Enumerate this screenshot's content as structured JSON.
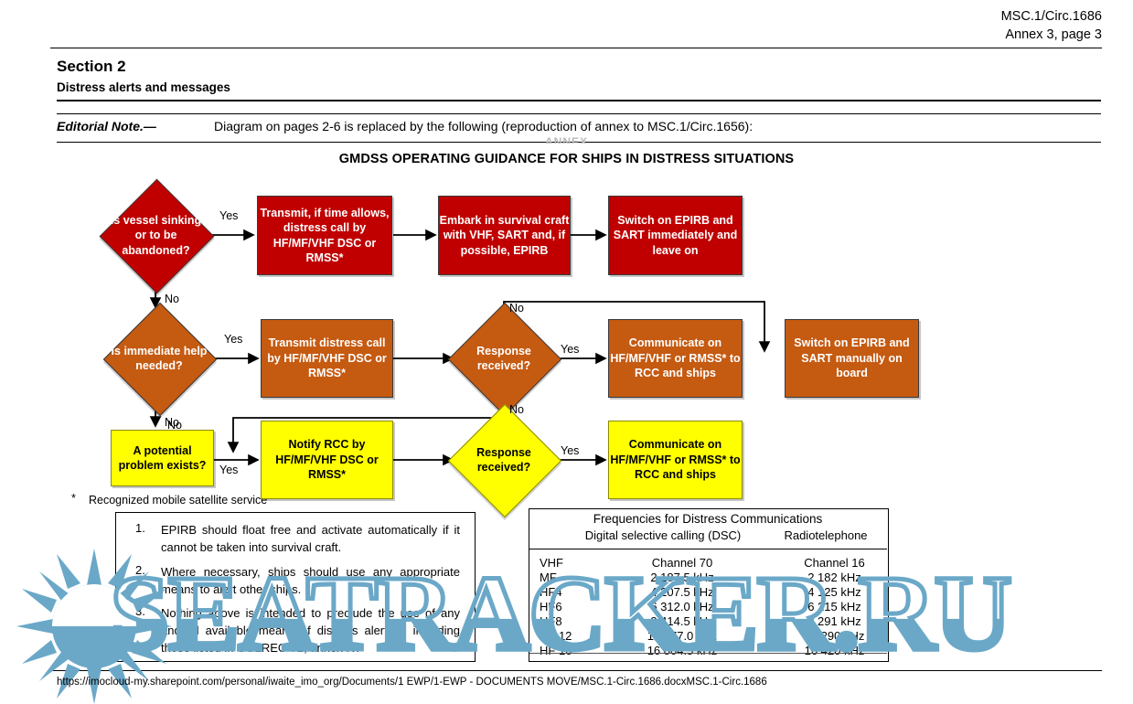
{
  "header": {
    "doc_ref": "MSC.1/Circ.1686",
    "annex_page": "Annex 3, page 3"
  },
  "section": {
    "title": "Section 2",
    "subtitle": "Distress alerts and messages"
  },
  "editorial": {
    "label": "Editorial Note.—",
    "text": "Diagram on pages 2-6 is replaced by the following (reproduction of annex to MSC.1/Circ.1656):"
  },
  "annex_ghost": "ANNEX",
  "chart_title": "GMDSS OPERATING GUIDANCE FOR SHIPS IN DISTRESS SITUATIONS",
  "colors": {
    "red": "#C00000",
    "orange": "#C55A11",
    "yellow": "#FFFF00",
    "watermark_blue": "#6BA8C8"
  },
  "flow": {
    "row1": {
      "decision": "Is vessel sinking or to be abandoned?",
      "yes_label": "Yes",
      "no_label": "No",
      "step1": "Transmit, if time allows, distress call by HF/MF/VHF DSC or RMSS*",
      "step2": "Embark in survival craft with VHF, SART and, if possible, EPIRB",
      "step3": "Switch on EPIRB and SART immediately and leave on"
    },
    "row2": {
      "decision": "Is immediate help needed?",
      "yes_label": "Yes",
      "no_label": "No",
      "step1": "Transmit distress call by HF/MF/VHF DSC or RMSS*",
      "response_decision": "Response received?",
      "response_yes": "Yes",
      "response_no": "No",
      "step2": "Communicate on HF/MF/VHF  or RMSS* to RCC and ships",
      "step3": "Switch on EPIRB and SART manually on board"
    },
    "row3": {
      "decision": "A potential problem exists?",
      "yes_label": "Yes",
      "no_label": "No",
      "step1": "Notify RCC by HF/MF/VHF DSC or RMSS*",
      "response_decision": "Response received?",
      "response_yes": "Yes",
      "response_no": "No",
      "step2": "Communicate on HF/MF/VHF  or RMSS* to RCC and ships"
    }
  },
  "footnote": {
    "marker": "*",
    "text": "Recognized mobile satellite service"
  },
  "notes": [
    {
      "num": "1.",
      "text": "EPIRB should float free and  activate automatically if it cannot be taken into survival craft."
    },
    {
      "num": "2.",
      "text": "Where necessary, ships should use any appropriate means to alert other ships."
    },
    {
      "num": "3.",
      "text": "Nothing above is intended to preclude the use of any and all available means of distress alerting, including those listed in COLREG 72, annex IV."
    }
  ],
  "frequencies": {
    "title": "Frequencies for Distress Communications",
    "col_dsc": "Digital selective calling (DSC)",
    "col_rt": "Radiotelephone",
    "rows": [
      {
        "band": "VHF",
        "dsc": "Channel 70",
        "rt": "Channel 16"
      },
      {
        "band": "MF",
        "dsc": "2 187.5 kHz",
        "rt": "2 182 kHz"
      },
      {
        "band": "HF4",
        "dsc": "4 207.5 kHz",
        "rt": "4 125 kHz"
      },
      {
        "band": "HF6",
        "dsc": "6 312.0 kHz",
        "rt": "6 215 kHz"
      },
      {
        "band": "HF8",
        "dsc": "8 414.5 kHz",
        "rt": "8 291 kHz"
      },
      {
        "band": "HF 12",
        "dsc": "12 577.0 kHz",
        "rt": "12 290 kHz"
      },
      {
        "band": "HF 16",
        "dsc": "16 804.5 kHz",
        "rt": "16 420 kHz"
      }
    ]
  },
  "watermark": {
    "text": "SEATRACKER.RU"
  },
  "footer": {
    "url": "https://imocloud-my.sharepoint.com/personal/iwaite_imo_org/Documents/1 EWP/1-EWP - DOCUMENTS MOVE/MSC.1-Circ.1686.docxMSC.1-Circ.1686"
  }
}
